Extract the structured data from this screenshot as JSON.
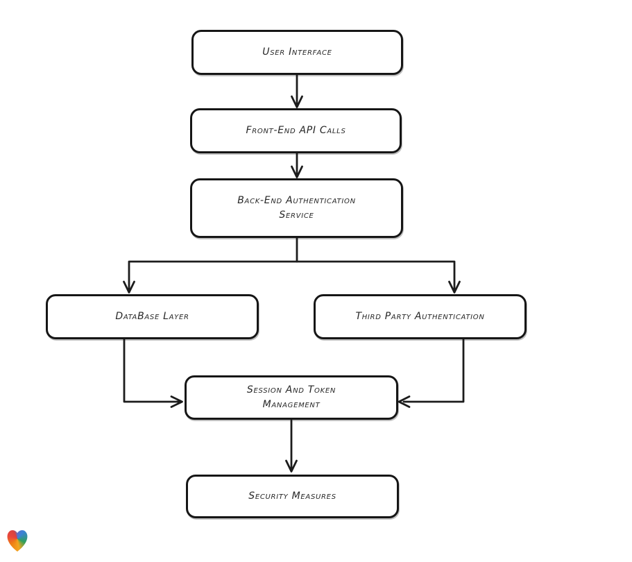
{
  "page": {
    "background_color": "#ffffff"
  },
  "diagram": {
    "type": "flowchart",
    "direction": "top-down",
    "style": {
      "node_fill": "#ffffff",
      "node_stroke": "#161616",
      "edge_color": "#1c1c1c",
      "text_color": "#262626"
    },
    "nodes": [
      {
        "id": "user_interface",
        "label": "User Interface"
      },
      {
        "id": "frontend_api_calls",
        "label": "Front-End API Calls"
      },
      {
        "id": "backend_auth_service",
        "label": "Back-End Authentication\nService"
      },
      {
        "id": "database_layer",
        "label": "DataBase Layer"
      },
      {
        "id": "third_party_auth",
        "label": "Third Party Authentication"
      },
      {
        "id": "session_token_management",
        "label": "Session And Token\nManagement"
      },
      {
        "id": "security_measures",
        "label": "Security Measures"
      }
    ],
    "edges": [
      {
        "from": "user_interface",
        "to": "frontend_api_calls"
      },
      {
        "from": "frontend_api_calls",
        "to": "backend_auth_service"
      },
      {
        "from": "backend_auth_service",
        "to": "database_layer"
      },
      {
        "from": "backend_auth_service",
        "to": "third_party_auth"
      },
      {
        "from": "database_layer",
        "to": "session_token_management"
      },
      {
        "from": "third_party_auth",
        "to": "session_token_management"
      },
      {
        "from": "session_token_management",
        "to": "security_measures"
      }
    ],
    "watermark": {
      "icon": "heart-logo-icon",
      "colors": [
        "#e8463c",
        "#3b82d8",
        "#2fa05a",
        "#f2a51f",
        "#ef7d15"
      ]
    }
  }
}
